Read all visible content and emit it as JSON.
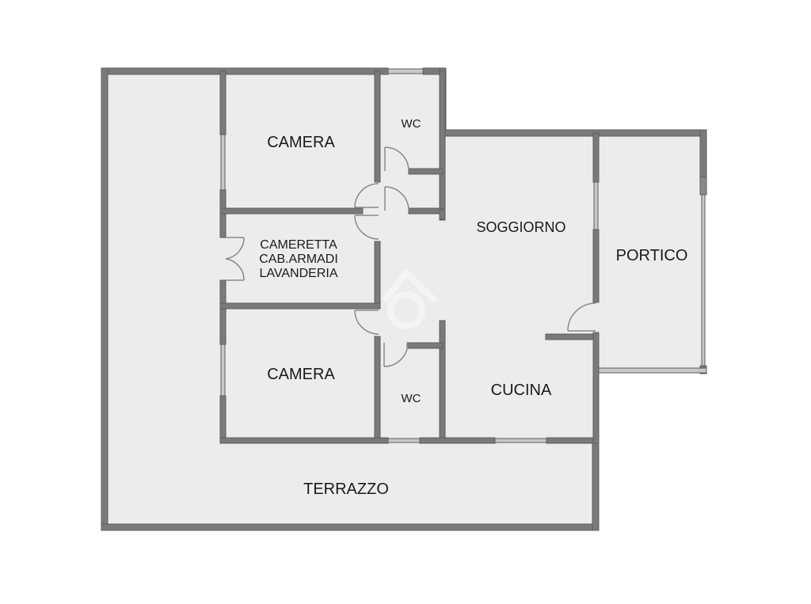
{
  "floorplan": {
    "colors": {
      "floor": "#ececec",
      "wall": "#7a7a7a",
      "wall_edge": "#5e5e5e",
      "window": "#c8c8c8",
      "door_arc": "#8a8a8a",
      "background": "#ffffff",
      "label": "#1a1a1a"
    },
    "rooms": {
      "camera_top": {
        "label": "CAMERA"
      },
      "wc_top": {
        "label": "WC"
      },
      "cameretta": {
        "line1": "CAMERETTA",
        "line2": "CAB.ARMADI",
        "line3": "LAVANDERIA"
      },
      "soggiorno": {
        "label": "SOGGIORNO"
      },
      "portico": {
        "label": "PORTICO"
      },
      "camera_bottom": {
        "label": "CAMERA"
      },
      "wc_bottom": {
        "label": "WC"
      },
      "cucina": {
        "label": "CUCINA"
      },
      "terrazzo": {
        "label": "TERRAZZO"
      }
    }
  }
}
